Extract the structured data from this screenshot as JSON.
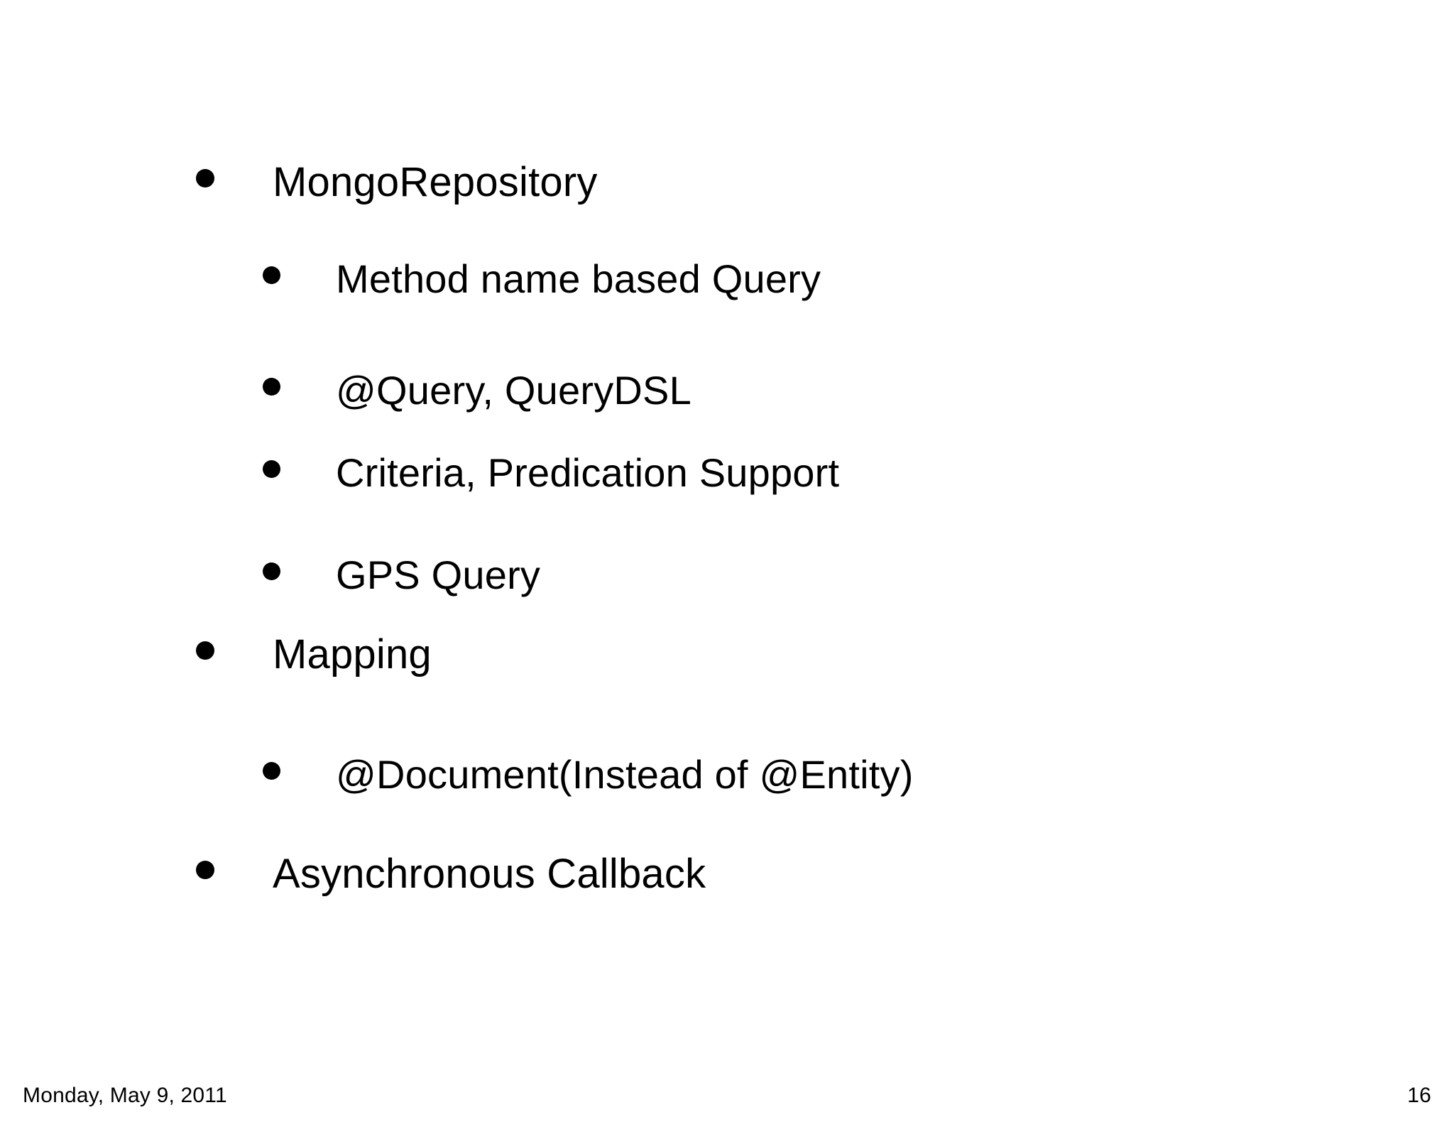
{
  "slide": {
    "background_color": "#ffffff",
    "text_color": "#000000",
    "bullets": [
      {
        "level": 1,
        "text": "MongoRepository"
      },
      {
        "level": 2,
        "text": "Method name based Query"
      },
      {
        "level": 2,
        "text": "@Query, QueryDSL"
      },
      {
        "level": 2,
        "text": "Criteria, Predication Support"
      },
      {
        "level": 2,
        "text": "GPS Query"
      },
      {
        "level": 1,
        "text": "Mapping"
      },
      {
        "level": 2,
        "text": "@Document(Instead of @Entity)"
      },
      {
        "level": 1,
        "text": "Asynchronous Callback"
      }
    ]
  },
  "footer": {
    "date": "Monday, May 9, 2011",
    "page_number": "16"
  }
}
